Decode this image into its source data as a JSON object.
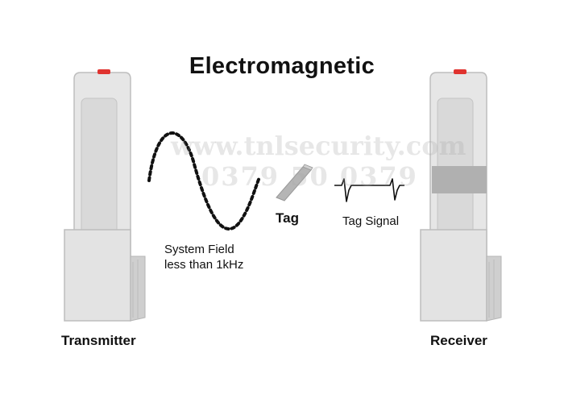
{
  "title": "Electromagnetic",
  "labels": {
    "transmitter": "Transmitter",
    "receiver": "Receiver",
    "tag": "Tag",
    "tag_signal": "Tag Signal",
    "system_field_line1": "System Field",
    "system_field_line2": "less than 1kHz"
  },
  "watermark": {
    "line1": "www.tnlsecurity.com",
    "line2": "0379 50 0379"
  },
  "colors": {
    "panel": "#e6e6e6",
    "panel_inner": "#d6d6d6",
    "indicator": "#e0332f",
    "receiver_band": "#b0b0b0",
    "tag": "#b5b5b5",
    "wave": "#111111"
  }
}
